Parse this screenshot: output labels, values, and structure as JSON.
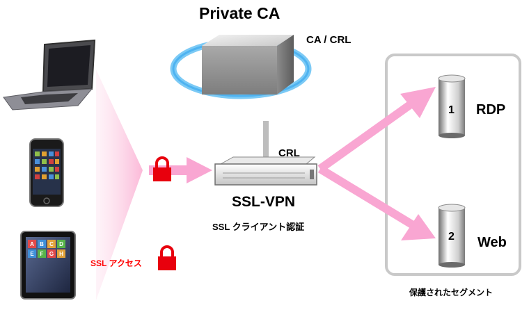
{
  "title": "Private CA",
  "ca_crl_label": "CA / CRL",
  "crl_label": "CRL",
  "gateway": {
    "name": "SSL-VPN",
    "auth_label": "SSL クライアント認証"
  },
  "client_label": "SSL アクセス",
  "servers": [
    {
      "number": "1",
      "name": "RDP"
    },
    {
      "number": "2",
      "name": "Web"
    }
  ],
  "protected_segment_label": "保護されたセグメント",
  "tablet_tiles": [
    "A",
    "B",
    "C",
    "D",
    "E",
    "F",
    "G",
    "H"
  ],
  "colors": {
    "arrow_pink": "#f9a6d2",
    "halo_blue": "#55b8f0",
    "lock_red": "#e8000d",
    "access_text_red": "#ff0000"
  }
}
